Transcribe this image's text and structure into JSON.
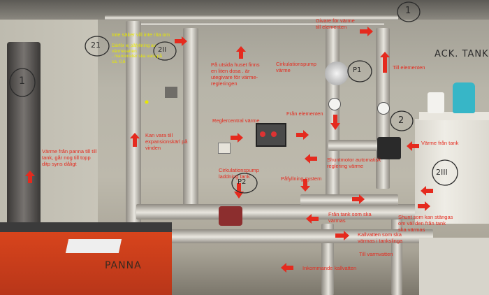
{
  "annotations": {
    "yellow_note_1": "Inte säker vill inte rita om",
    "yellow_note_2": "Därför ej påfyllning av\nvärmevatten\n, manometer ska vara på\nca. 0,6",
    "pa_utsida": "På utsida huset finns\nen liten dosa . är\nutegivare för värme-\nregleringen",
    "cirk_varme": "Cirkulationspump\nvärme",
    "givare": "Givare för värme\ntill elementen",
    "till_element": "Till elementen",
    "fran_element": "Från elementen",
    "reglercentral": "Reglercentral värme",
    "expansion": "Kan vara till\nexpansionskärl på\nvinden",
    "varme_panna": "Värme från panna till till\ntank, går nog till topp\nditp syns dåligt",
    "varme_tank": "Värme från tank",
    "shuntmotor": "Shuntmotor automatisk\nreglering värme",
    "cirk_laddning": "Cirkulationspump\nladdning tank",
    "pafyllning": "Påfyllning system",
    "fran_tank": "Från tank som ska\nvärmas",
    "shunt_right": "Shunt som kan stängas\nom väl den från tank\nska värmas",
    "kallvatten_tank": "Kallvatten som ska\nvärmas i tankslinga",
    "till_varmvatten": "Till varmvatten",
    "inkommande": "Inkommande kallvatten"
  },
  "handwritten": {
    "circle_1_left": "1",
    "circle_1_right": "1",
    "circle_21_a": "21",
    "circle_21_b": "2II",
    "circle_2": "2",
    "circle_2III": "2III",
    "circle_p1": "P1",
    "circle_p2": "P2",
    "ack_tank": "ACK. TANK",
    "panna": "PANNA"
  },
  "colors": {
    "annotation_red": "#e52a1e",
    "annotation_yellow": "#e8e800",
    "boiler_orange": "#d9451c",
    "tank_white": "#e6e3da"
  }
}
